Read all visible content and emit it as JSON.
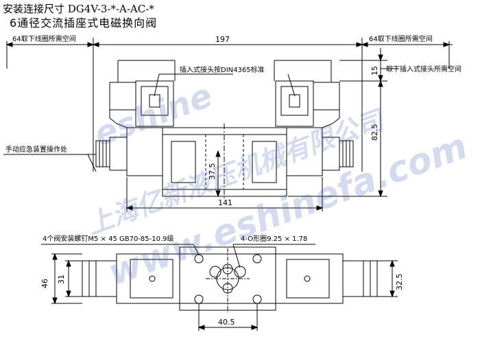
{
  "title": {
    "line1": "安装连接尺寸 DG4V-3-*-A-AC-*",
    "line2": "6通径交流插座式电磁换向阀"
  },
  "labels": {
    "left_space": "64取下线圈所需空间",
    "right_space": "64取下线圈所需空间",
    "plug_din": "插入式接头按DIN4365标准",
    "plug_remove": "取下插入式接头所需空间",
    "manual": "手动应急装置操作处",
    "bolts": "4个阀安装螺钉M5 × 45 GB70-85-10.9级",
    "oring": "4-O形圈9.25 × 1.78"
  },
  "dimensions": {
    "d197": "197",
    "d15": "15",
    "d82_5": "82.5",
    "d37_5": "37.5",
    "d141": "141",
    "d46": "46",
    "d31": "31",
    "d32_5": "32.5",
    "d40_5": "40.5"
  },
  "watermark": {
    "line1": "eshine",
    "line2": "上海亿新液压机械有限公司",
    "line3": "www.eshinefa.com"
  },
  "colors": {
    "line": "#000000",
    "watermark": "#3c5ab4"
  }
}
